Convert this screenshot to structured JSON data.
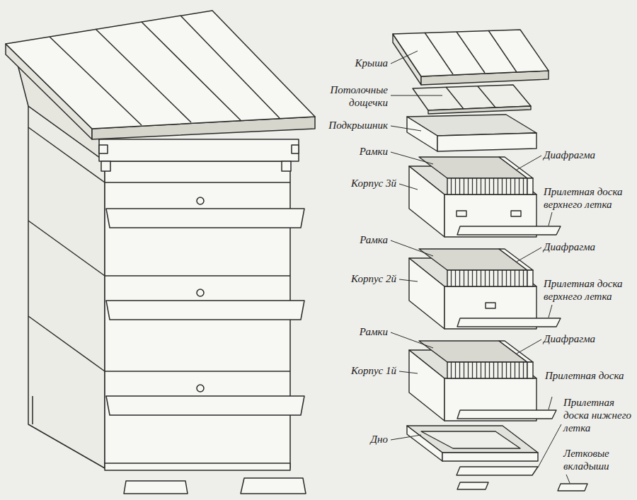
{
  "diagram": {
    "labels": [
      "Крыша",
      "Потолочные дощечки",
      "Подкрышник",
      "Рамки",
      "Диафрагма",
      "Корпус 3й",
      "Прилетная доска верхнего летка",
      "Рамка",
      "Диафрагма",
      "Корпус 2й",
      "Прилетная доска верхнего летка",
      "Рамки",
      "Диафрагма",
      "Корпус 1й",
      "Прилетная доска",
      "Дно",
      "Прилетная доска нижнего летка",
      "Летковые вкладыши"
    ]
  }
}
